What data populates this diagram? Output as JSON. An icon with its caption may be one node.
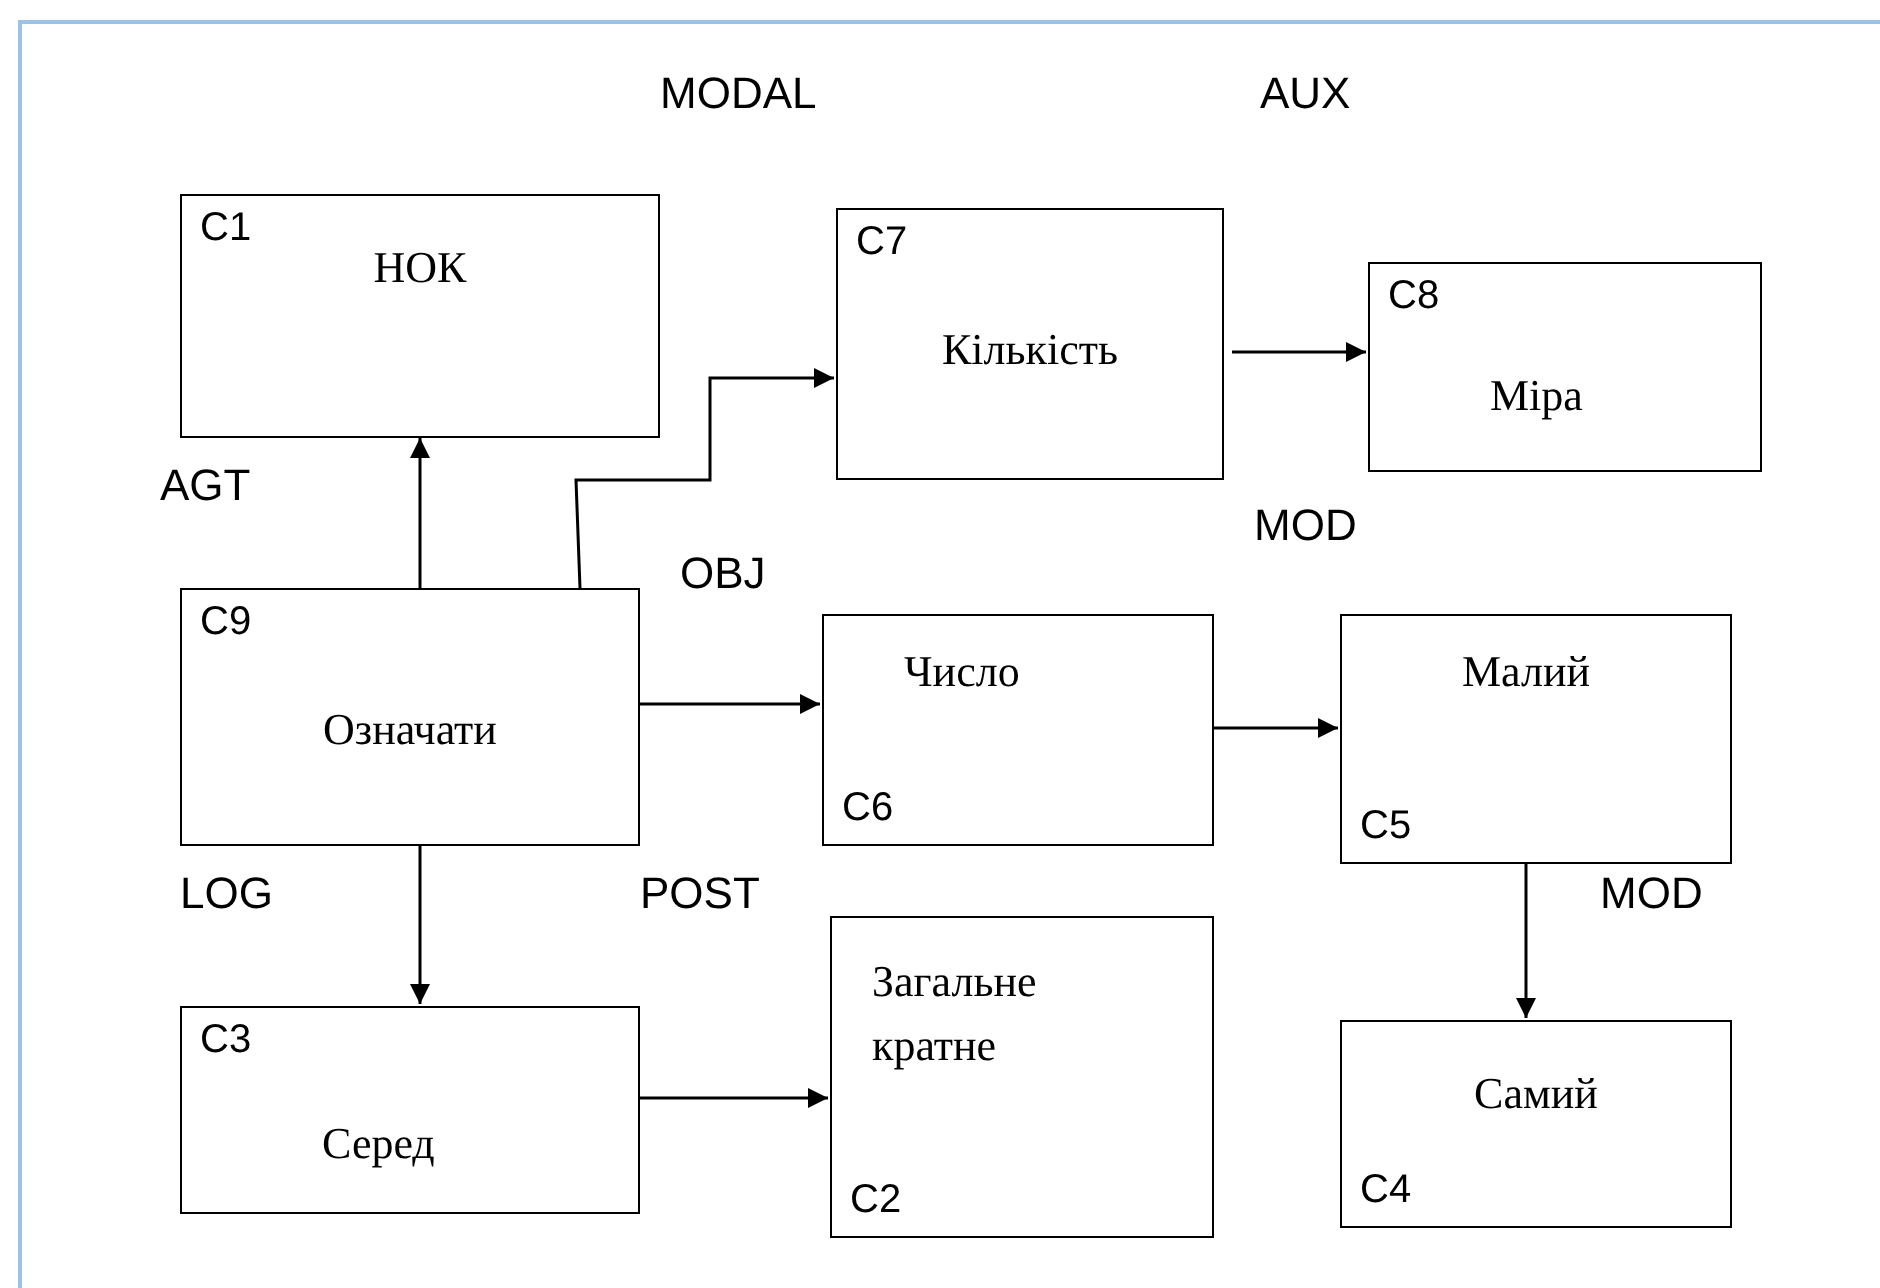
{
  "diagram": {
    "nodes": [
      {
        "text": [
          "C1",
          "НОК"
        ]
      },
      {
        "text": [
          "C7",
          "Кількість"
        ]
      },
      {
        "text": [
          "C8",
          "Міра"
        ]
      },
      {
        "text": [
          "C9",
          "Означати"
        ]
      },
      {
        "text": [
          "Число",
          "C6"
        ]
      },
      {
        "text": [
          "Малий",
          "C5"
        ]
      },
      {
        "text": [
          "C3",
          "Серед"
        ]
      },
      {
        "text": [
          "Загальне кратне",
          "C2"
        ]
      },
      {
        "text": [
          "Самий",
          "C4"
        ]
      }
    ],
    "edges": [
      {
        "from": 3,
        "to": 0,
        "arrow": "to"
      },
      {
        "from": 3,
        "to": 1,
        "arrow": "to"
      },
      {
        "from": 1,
        "to": 2,
        "arrow": "to"
      },
      {
        "from": 3,
        "to": 4,
        "arrow": "to"
      },
      {
        "from": 4,
        "to": 5,
        "arrow": "to"
      },
      {
        "from": 3,
        "to": 6,
        "arrow": "to"
      },
      {
        "from": 6,
        "to": 7,
        "arrow": "to"
      },
      {
        "from": 5,
        "to": 8,
        "arrow": "to"
      }
    ],
    "labels": [
      "MODAL",
      "AUX",
      "AGT",
      "MOD",
      "OBJ",
      "LOG",
      "POST",
      "MOD"
    ]
  }
}
